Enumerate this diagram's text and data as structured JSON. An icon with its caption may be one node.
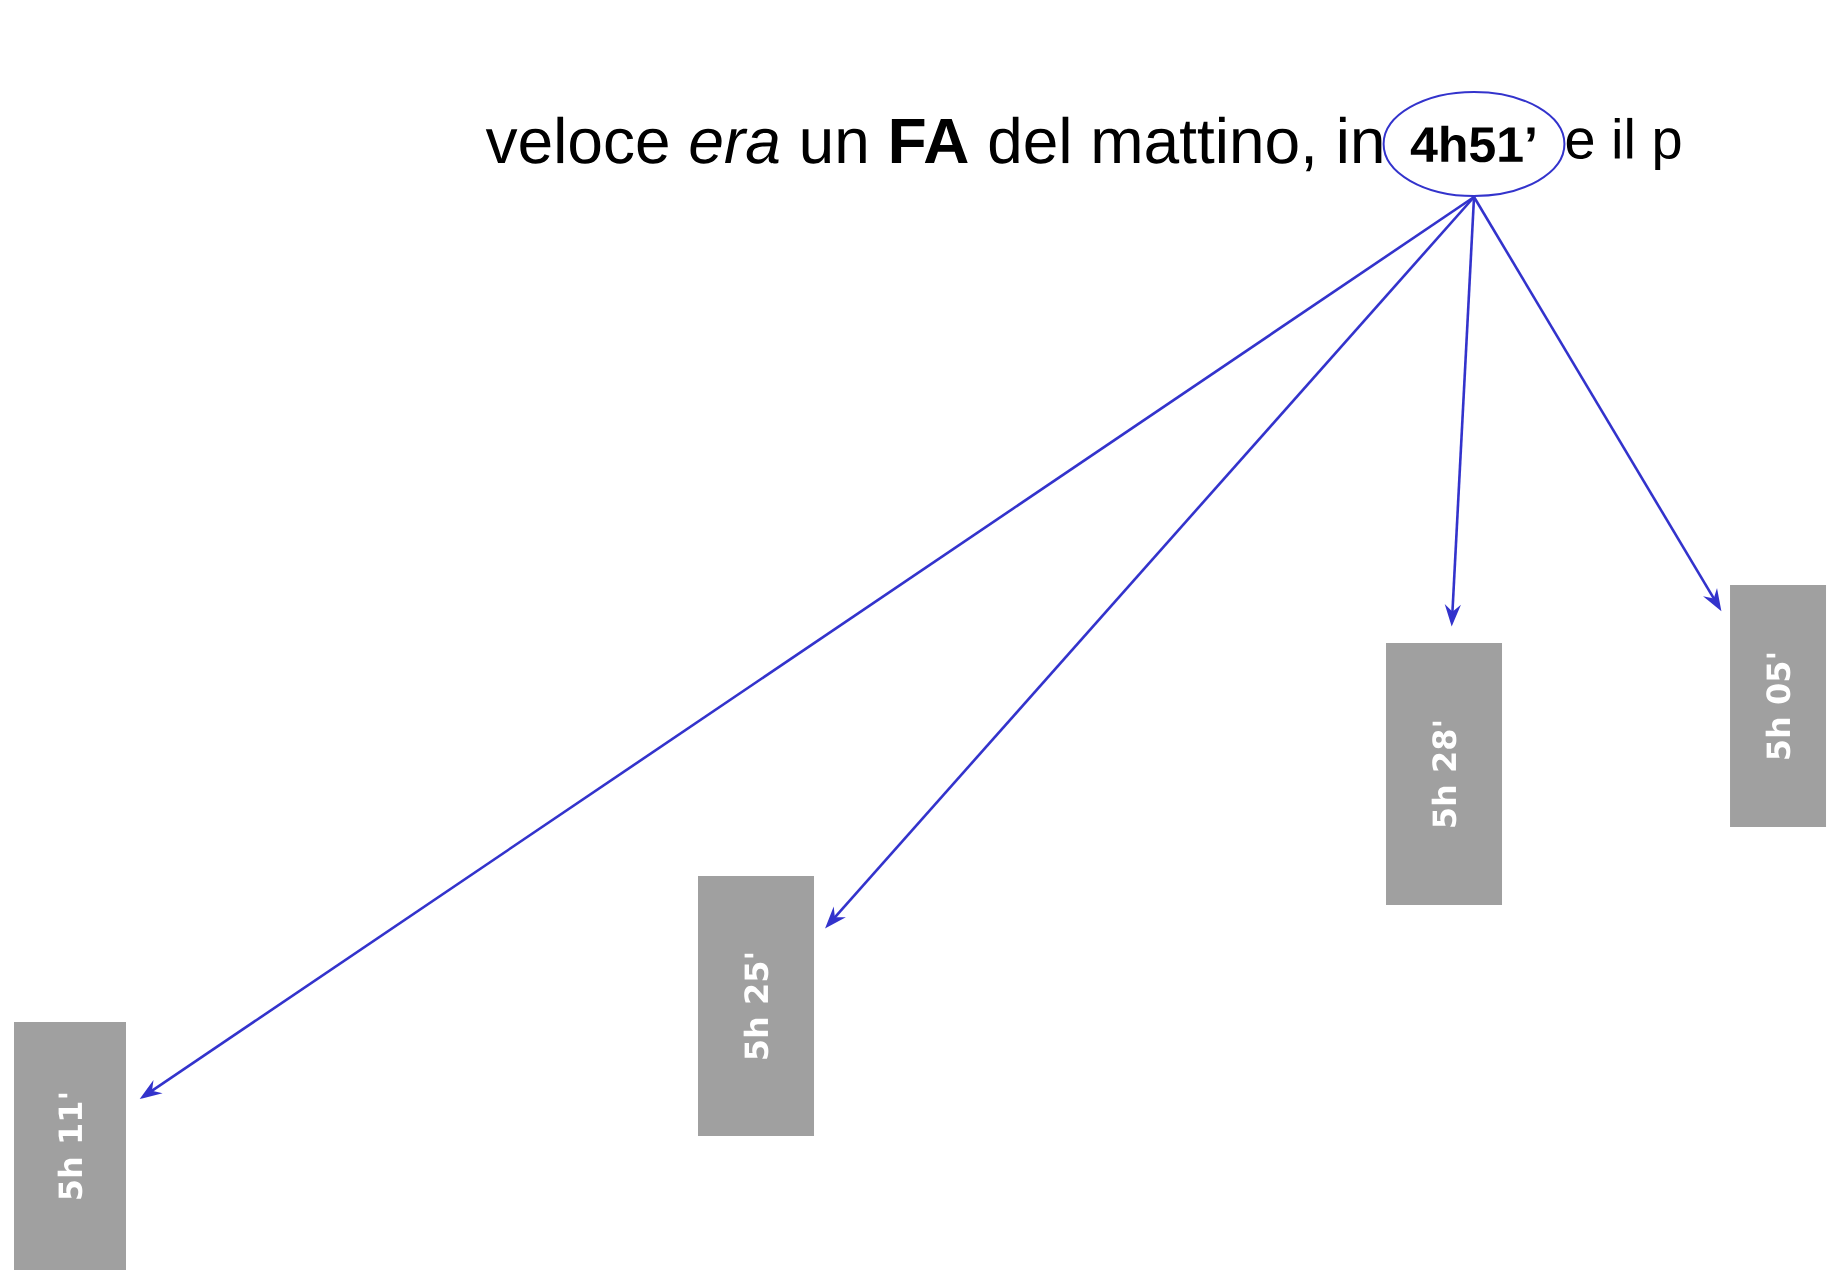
{
  "diagram": {
    "nodes": [
      {
        "text": [
          "4h51’"
        ]
      },
      {
        "text": [
          "5h 11'"
        ]
      },
      {
        "text": [
          "5h 25'"
        ]
      },
      {
        "text": [
          "5h 28'"
        ]
      },
      {
        "text": [
          "5h 05'"
        ]
      }
    ],
    "edges": [
      {
        "from": 0,
        "to": 1,
        "arrow": "to"
      },
      {
        "from": 0,
        "to": 2,
        "arrow": "to"
      },
      {
        "from": 0,
        "to": 3,
        "arrow": "to"
      },
      {
        "from": 0,
        "to": 4,
        "arrow": "to"
      }
    ],
    "labels": [
      "veloce *era* un **FA** del mattino, in",
      "e il p"
    ]
  }
}
